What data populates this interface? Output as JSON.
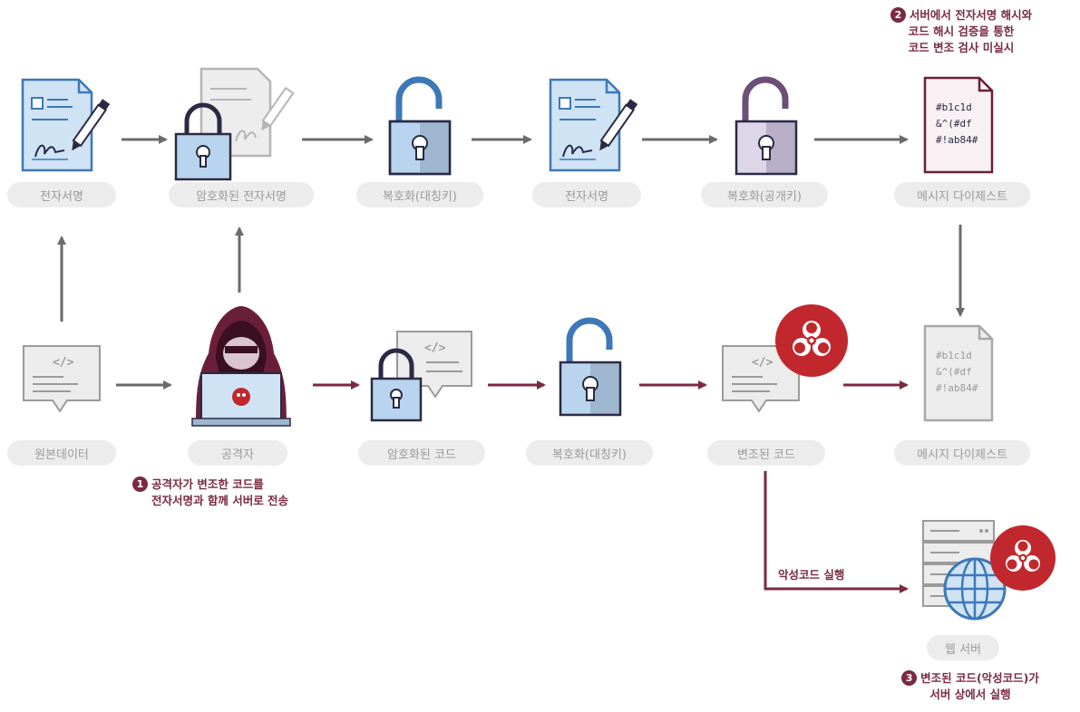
{
  "top_row": {
    "labels": [
      "전자서명",
      "암호화된 전자서명",
      "복호화(대칭키)",
      "전자서명",
      "복호화(공개키)",
      "메시지 다이제스트"
    ]
  },
  "bottom_row": {
    "labels": [
      "원본데이터",
      "공격자",
      "암호화된 코드",
      "복호화(대칭키)",
      "변조된 코드",
      "메시지 다이제스트"
    ]
  },
  "web_server": {
    "label": "웹 서버"
  },
  "malware_exec_label": "악성코드 실행",
  "code_snippet": "</>",
  "digest_text": [
    "#b1c1d",
    "&^(#df",
    "#!ab84#"
  ],
  "notes": {
    "note1": {
      "number": "1",
      "line1": "공격자가 변조한 코드를",
      "line2": "전자서명과 함께 서버로 전송"
    },
    "note2": {
      "number": "2",
      "line1": "서버에서 전자서명 해시와",
      "line2": "코드 해시 검증을 통한",
      "line3": "코드 변조 검사 미실시"
    },
    "note3": {
      "number": "3",
      "line1": "변조된 코드(악성코드)가",
      "line2": "서버 상에서 실행"
    }
  },
  "colors": {
    "gray_arrow": "#6b6b6b",
    "maroon_arrow": "#7a2a40",
    "biohazard_red": "#c0282d",
    "lock_blue": "#3d78b8",
    "doc_blue": "#cfe3f5",
    "pill_bg": "#ececec"
  }
}
